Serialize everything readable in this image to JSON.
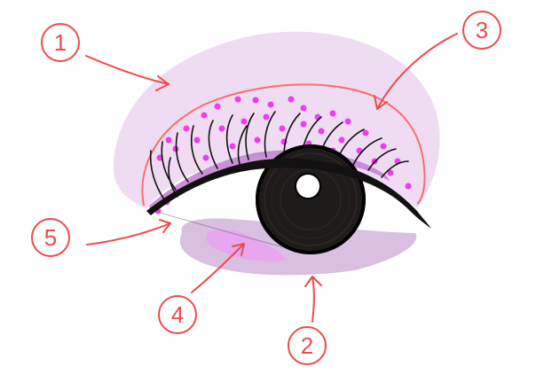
{
  "labels": [
    {
      "id": "1",
      "text": "1"
    },
    {
      "id": "2",
      "text": "2"
    },
    {
      "id": "3",
      "text": "3"
    },
    {
      "id": "4",
      "text": "4"
    },
    {
      "id": "5",
      "text": "5"
    }
  ],
  "colors": {
    "annotation_red": "#ee4b4b",
    "lid_shadow": "#f0dcf2",
    "under_shadow": "#d9bfe0",
    "under_highlight": "#e8a6ef",
    "crease_line": "#ff6b6b",
    "dots": "#ee3cf2",
    "liner_band": "#c07fd0",
    "iris": "#1e1b1b",
    "lash_black": "#111111"
  }
}
